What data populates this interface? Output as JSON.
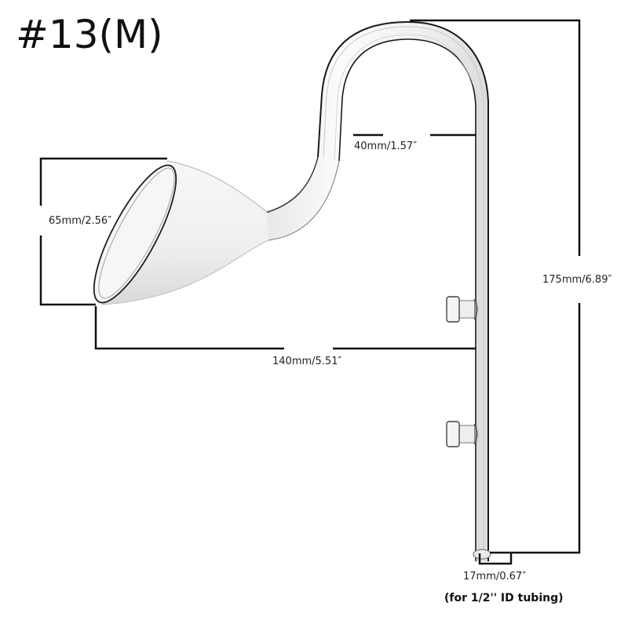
{
  "title": "#13(M)",
  "product": {
    "type": "glass lily pipe",
    "parts": [
      "funnel-inlet",
      "s-bend",
      "u-bend",
      "vertical-tube",
      "upper-nozzle",
      "lower-nozzle"
    ]
  },
  "dimensions": {
    "funnel_height": "65mm/2.56″",
    "bend_width": "40mm/1.57″",
    "reach": "140mm/5.51″",
    "total_height": "175mm/6.89″",
    "tube_diameter": "17mm/0.67″"
  },
  "note": "(for 1/2'' ID tubing)",
  "colors": {
    "background": "#ffffff",
    "dimension_line": "#111111",
    "glass_outline": "#1a1a1a",
    "glass_fill": "#f3f3f3",
    "text": "#222222"
  }
}
